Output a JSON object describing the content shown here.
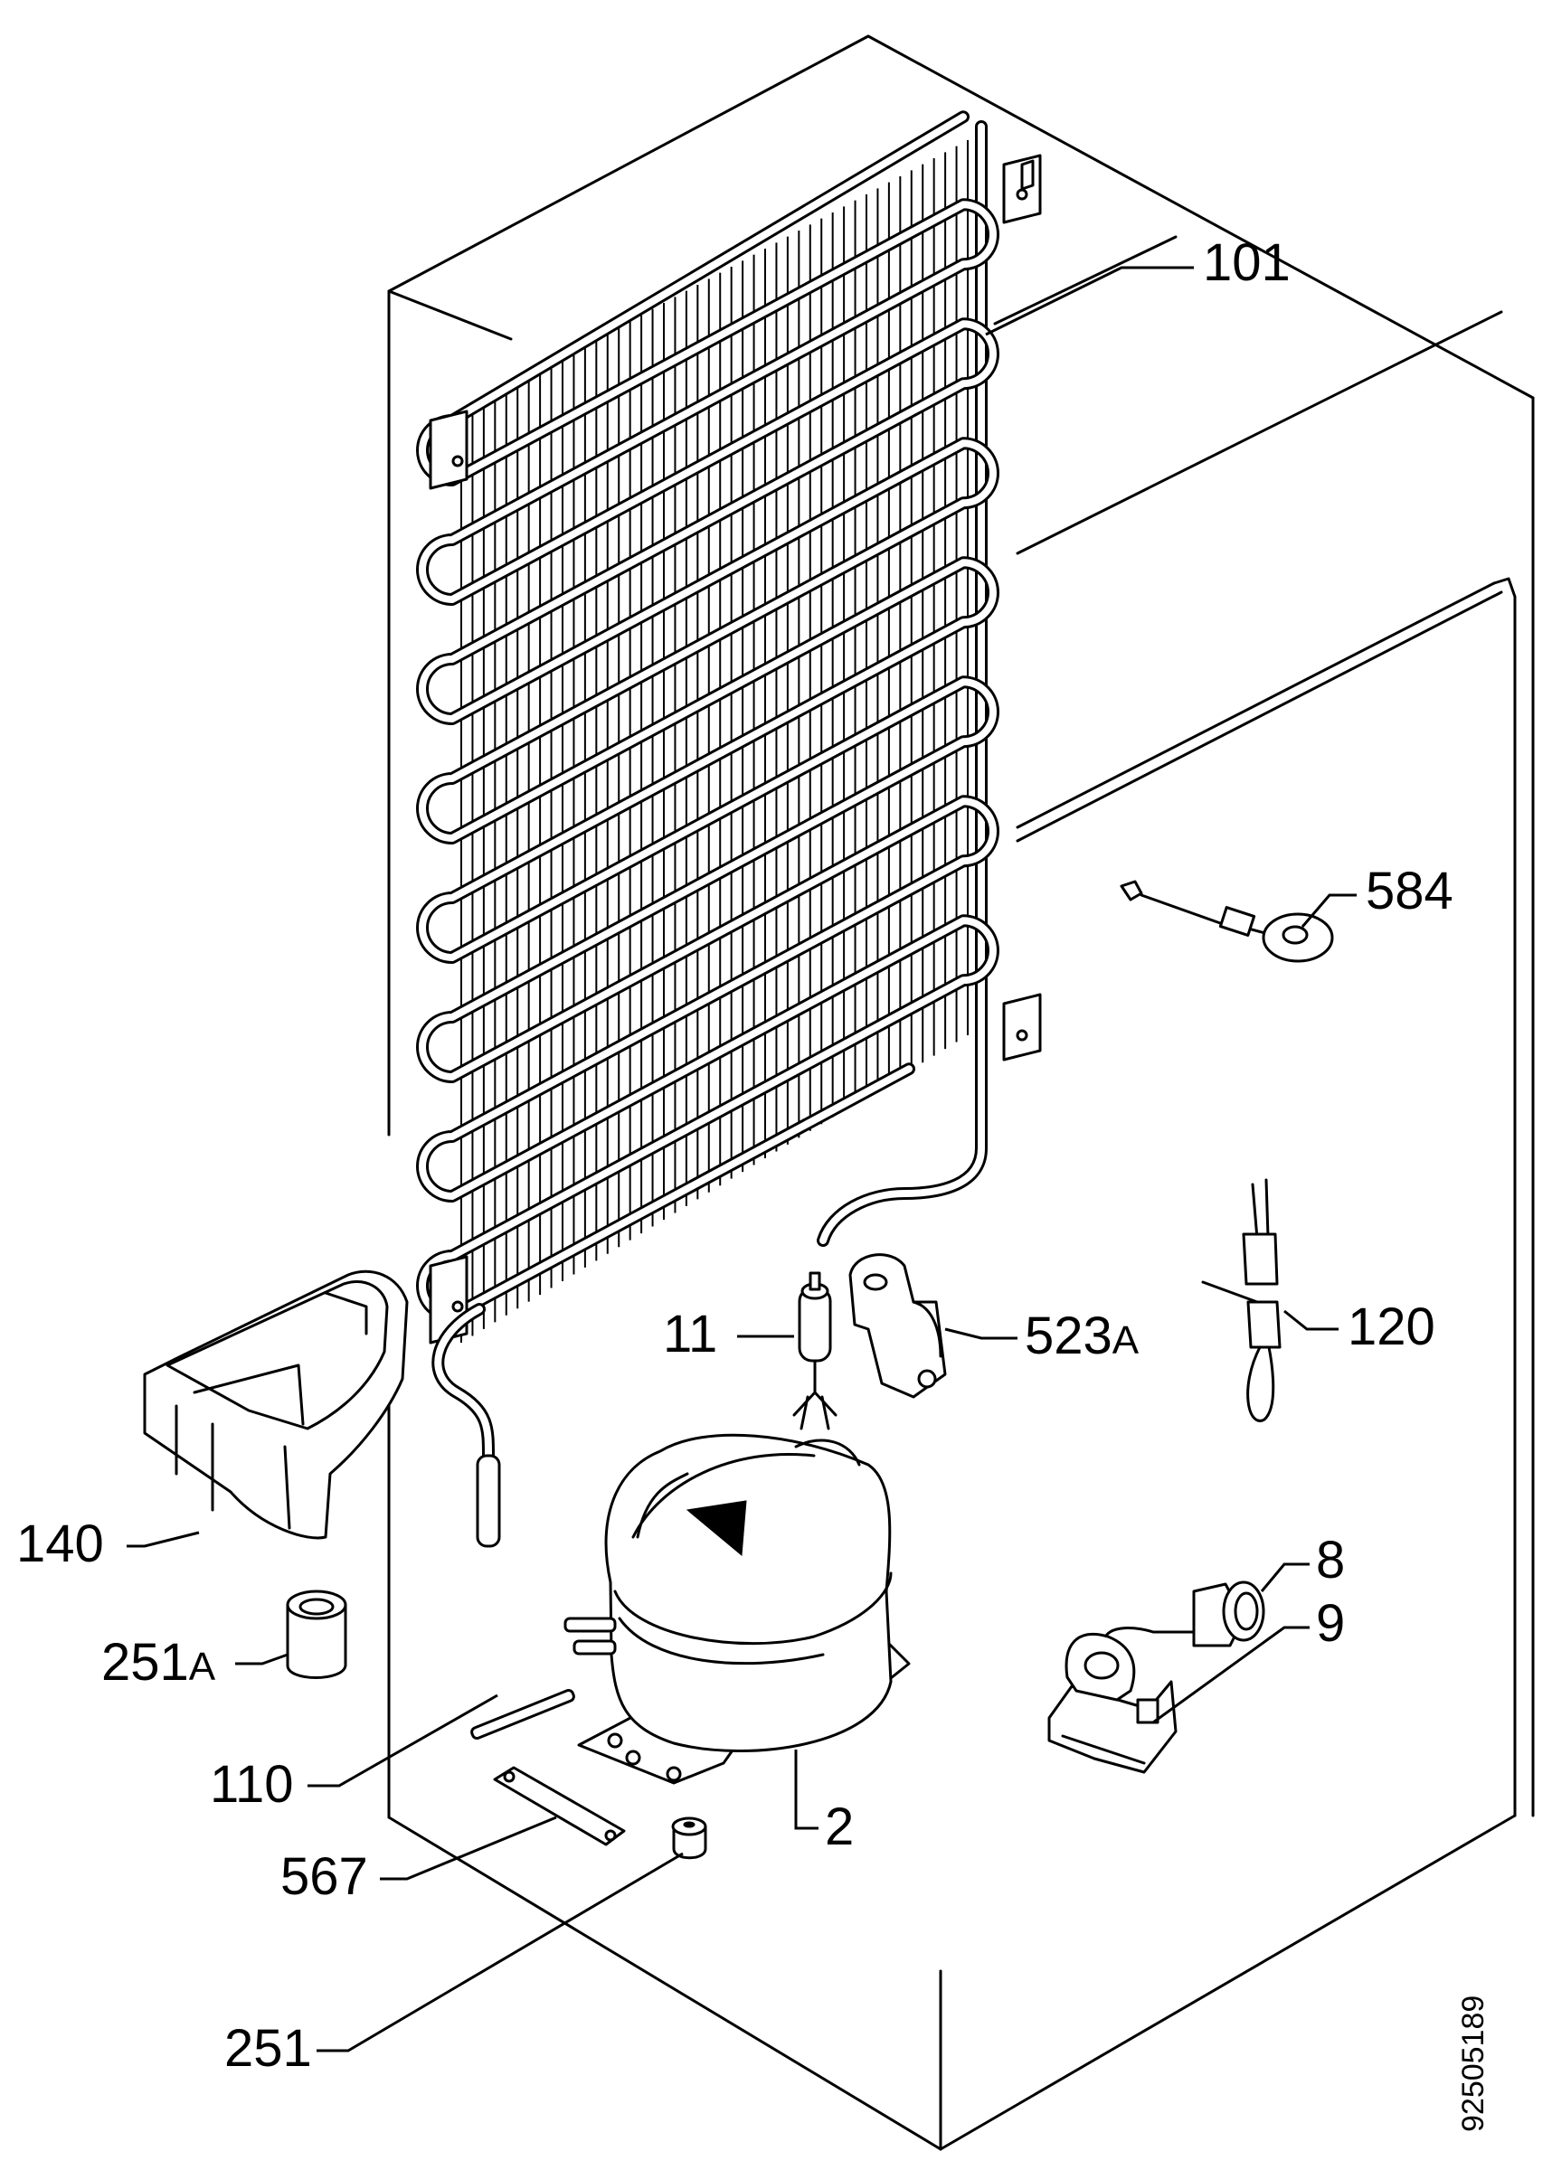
{
  "drawing_number": "92505189",
  "callouts": [
    {
      "id": "c101",
      "text": "101",
      "suffix": ""
    },
    {
      "id": "c584",
      "text": "584",
      "suffix": ""
    },
    {
      "id": "c11",
      "text": "11",
      "suffix": ""
    },
    {
      "id": "c523a",
      "text": "523",
      "suffix": "A"
    },
    {
      "id": "c120",
      "text": "120",
      "suffix": ""
    },
    {
      "id": "c140",
      "text": "140",
      "suffix": ""
    },
    {
      "id": "c8",
      "text": "8",
      "suffix": ""
    },
    {
      "id": "c9",
      "text": "9",
      "suffix": ""
    },
    {
      "id": "c251a",
      "text": "251",
      "suffix": "A"
    },
    {
      "id": "c110",
      "text": "110",
      "suffix": ""
    },
    {
      "id": "c2",
      "text": "2",
      "suffix": ""
    },
    {
      "id": "c567",
      "text": "567",
      "suffix": ""
    },
    {
      "id": "c251",
      "text": "251",
      "suffix": ""
    }
  ]
}
